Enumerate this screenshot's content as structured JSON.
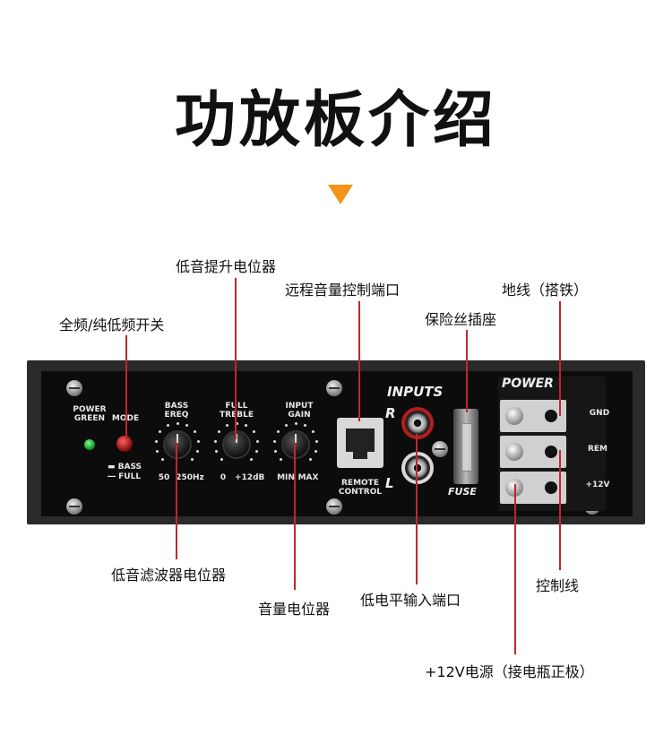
{
  "title": "功放板介绍",
  "labels": {
    "bass_boost_pot": "低音提升电位器",
    "remote_port": "远程音量控制端口",
    "ground": "地线（搭铁）",
    "mode_switch": "全频/纯低频开关",
    "fuse_socket": "保险丝插座",
    "lpf_pot": "低音滤波器电位器",
    "volume_pot": "音量电位器",
    "low_level_input": "低电平输入端口",
    "control_line": "控制线",
    "power_12v": "+12V电源（接电瓶正极）"
  },
  "panel": {
    "power": "POWER",
    "green": "GREEN",
    "mode": "MODE",
    "bass_opt": "BASS",
    "full_opt": "FULL",
    "bass": "BASS",
    "ereq": "EREQ",
    "bass_min": "50",
    "bass_max": "250Hz",
    "full": "FULL",
    "treble": "TREBLE",
    "treble_min": "0",
    "treble_max": "+12dB",
    "input": "INPUT",
    "gain": "GAIN",
    "gain_min": "MIN",
    "gain_max": "MAX",
    "remote": "REMOTE",
    "control": "CONTROL",
    "inputs": "INPUTS",
    "r": "R",
    "l": "L",
    "fuse": "FUSE",
    "power_title": "POWER",
    "gnd": "GND",
    "rem": "REM",
    "plus12": "+12V"
  },
  "colors": {
    "accent_arrow": "#f39419",
    "callout_line": "#c0272d"
  }
}
